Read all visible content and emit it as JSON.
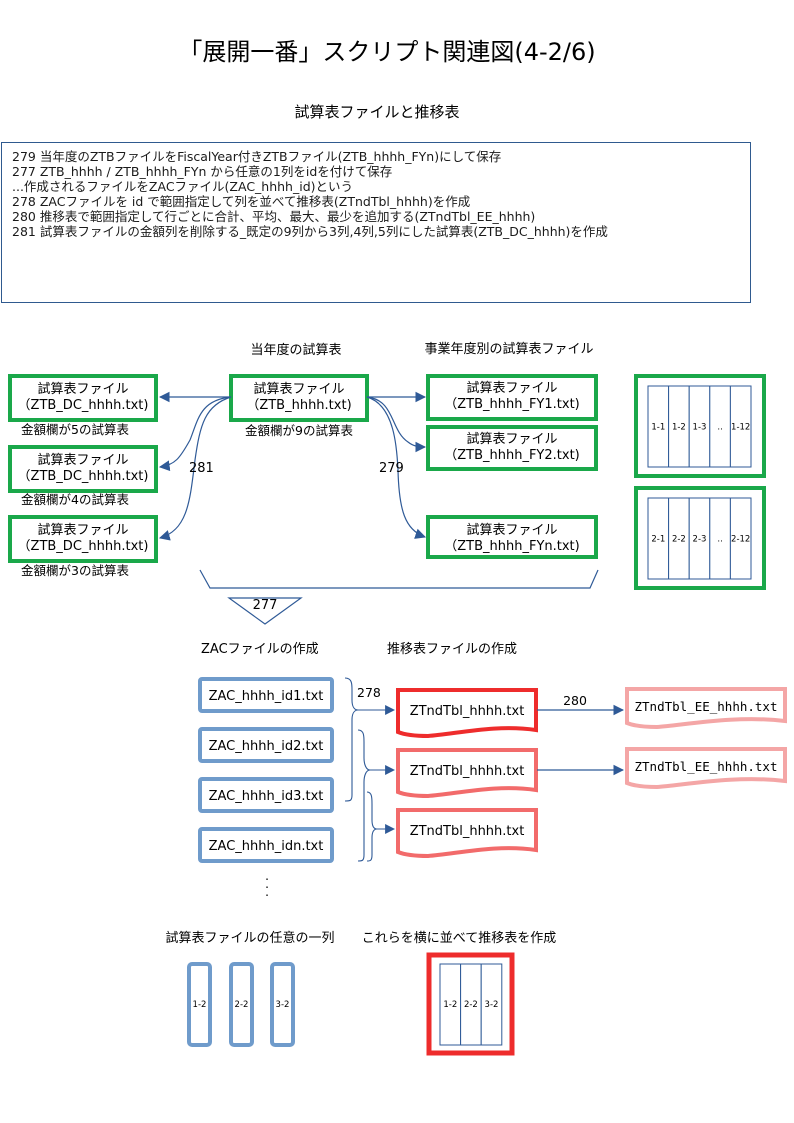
{
  "title": "「展開一番」スクリプト関連図(4-2/6)",
  "subtitle": "試算表ファイルと推移表",
  "description_lines": [
    "279 当年度のZTBファイルをFiscalYear付きZTBファイル(ZTB_hhhh_FYn)にして保存",
    "277 ZTB_hhhh / ZTB_hhhh_FYn から任意の1列をidを付けて保存",
    "...作成されるファイルをZACファイル(ZAC_hhhh_id)という",
    "278 ZACファイルを id で範囲指定して列を並べて推移表(ZTndTbl_hhhh)を作成",
    "280 推移表で範囲指定して行ごとに合計、平均、最大、最少を追加する(ZTndTbl_EE_hhhh)",
    "281 試算表ファイルの金額列を削除する_既定の9列から3列,4列,5列にした試算表(ZTB_DC_hhhh)を作成"
  ],
  "colors": {
    "green_border": "#1aa84a",
    "blue_border": "#6f9bcb",
    "red_border": "#ee2c2c",
    "pink_border": "#f26b6b",
    "light_pink_border": "#f4a6a6",
    "arrow": "#2f5a97"
  },
  "section_labels": {
    "current_year": "当年度の試算表",
    "by_fiscal_year": "事業年度別の試算表ファイル",
    "zac_creation": "ZACファイルの作成",
    "trend_creation": "推移表ファイルの作成",
    "any_column": "試算表ファイルの任意の一列",
    "arrange_side": "これらを横に並べて推移表を作成"
  },
  "center_file": {
    "line1": "試算表ファイル",
    "line2": "（ZTB_hhhh.txt)",
    "caption": "金額欄が9の試算表"
  },
  "dc_files": [
    {
      "line1": "試算表ファイル",
      "line2": "（ZTB_DC_hhhh.txt)",
      "caption": "金額欄が5の試算表"
    },
    {
      "line1": "試算表ファイル",
      "line2": "（ZTB_DC_hhhh.txt)",
      "caption": "金額欄が4の試算表"
    },
    {
      "line1": "試算表ファイル",
      "line2": "（ZTB_DC_hhhh.txt)",
      "caption": "金額欄が3の試算表"
    }
  ],
  "fy_files": [
    {
      "line1": "試算表ファイル",
      "line2": "（ZTB_hhhh_FY1.txt)"
    },
    {
      "line1": "試算表ファイル",
      "line2": "（ZTB_hhhh_FY2.txt)"
    },
    {
      "line1": "試算表ファイル",
      "line2": "（ZTB_hhhh_FYn.txt)"
    }
  ],
  "column_tables": [
    {
      "cells": [
        "1-1",
        "1-2",
        "1-3",
        "..",
        "1-12"
      ]
    },
    {
      "cells": [
        "2-1",
        "2-2",
        "2-3",
        "..",
        "2-12"
      ]
    }
  ],
  "step_labels": {
    "s281": "281",
    "s279": "279",
    "s277": "277",
    "s278": "278",
    "s280": "280"
  },
  "zac_files": [
    "ZAC_hhhh_id1.txt",
    "ZAC_hhhh_id2.txt",
    "ZAC_hhhh_id3.txt",
    "ZAC_hhhh_idn.txt"
  ],
  "trend_files": [
    "ZTndTbl_hhhh.txt",
    "ZTndTbl_hhhh.txt",
    "ZTndTbl_hhhh.txt"
  ],
  "ee_files": [
    "ZTndTbl_EE_hhhh.txt",
    "ZTndTbl_EE_hhhh.txt"
  ],
  "single_columns": [
    "1-2",
    "2-2",
    "3-2"
  ],
  "combined_columns": [
    "1-2",
    "2-2",
    "3-2"
  ]
}
